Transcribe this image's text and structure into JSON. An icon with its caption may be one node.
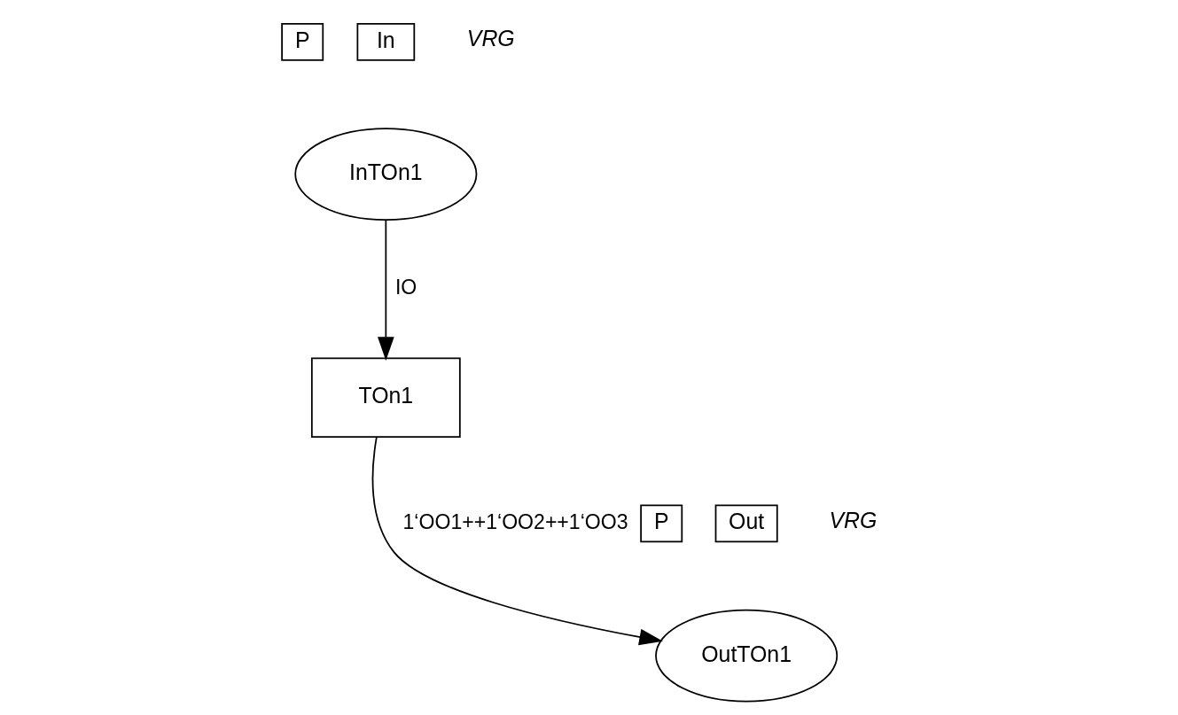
{
  "diagram": {
    "nodes": [
      {
        "text": [
          "P"
        ]
      },
      {
        "text": [
          "In"
        ]
      },
      {
        "text": [
          "InTOn1"
        ],
        "beside": [
          "VRG"
        ]
      },
      {
        "text": [
          "TOn1"
        ]
      },
      {
        "text": [
          "P"
        ]
      },
      {
        "text": [
          "Out"
        ]
      },
      {
        "text": [
          "OutTOn1"
        ],
        "beside": [
          "VRG"
        ]
      }
    ],
    "edges": [
      {
        "from": 2,
        "to": 3,
        "arrow": "to",
        "label": "IO"
      },
      {
        "from": 3,
        "to": 6,
        "arrow": "to",
        "label": "1‘OO1++1‘OO2++1‘OO3"
      }
    ]
  }
}
